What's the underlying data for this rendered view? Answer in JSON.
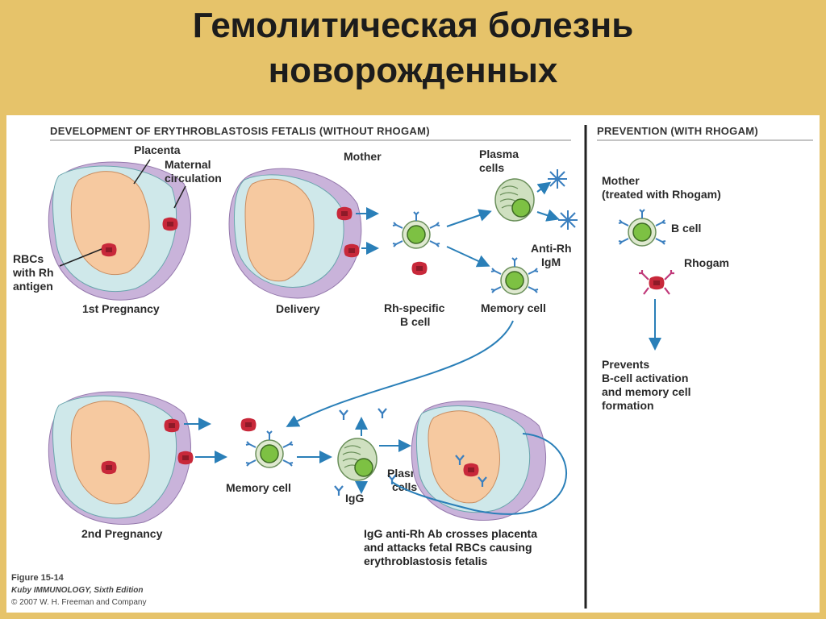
{
  "slide": {
    "title_line1": "Гемолитическая болезнь",
    "title_line2": "новорожденных"
  },
  "figure": {
    "header_left": "DEVELOPMENT OF ERYTHROBLASTOSIS FETALIS (WITHOUT RHOGAM)",
    "header_right": "PREVENTION (WITH RHOGAM)",
    "labels": {
      "placenta": "Placenta",
      "maternal1": "Maternal",
      "maternal2": "circulation",
      "rbc1": "RBCs",
      "rbc2": "with Rh",
      "rbc3": "antigen",
      "first_pregnancy": "1st Pregnancy",
      "delivery": "Delivery",
      "mother": "Mother",
      "plasma_cells_top1": "Plasma",
      "plasma_cells_top2": "cells",
      "anti_rh1": "Anti-Rh",
      "anti_rh2": "IgM",
      "rh_b_cell1": "Rh-specific",
      "rh_b_cell2": "B cell",
      "memory_cell_top": "Memory cell",
      "memory_cell_bottom": "Memory cell",
      "igg": "IgG",
      "plasma_cells_bot1": "Plasma",
      "plasma_cells_bot2": "cells",
      "second_pregnancy": "2nd Pregnancy",
      "caption1": "IgG anti-Rh Ab crosses placenta",
      "caption2": "and attacks fetal RBCs causing",
      "caption3": "erythroblastosis fetalis",
      "mother_treated1": "Mother",
      "mother_treated2": "(treated with Rhogam)",
      "b_cell": "B cell",
      "rhogam": "Rhogam",
      "prevents1": "Prevents",
      "prevents2": "B-cell activation",
      "prevents3": "and memory cell",
      "prevents4": "formation"
    },
    "credit1": "Figure 15-14",
    "credit2": "Kuby IMMUNOLOGY, Sixth Edition",
    "credit3": "© 2007 W. H. Freeman and Company"
  },
  "colors": {
    "background": "#e6c36a",
    "rbc": "#c8283a",
    "cell_nucleus": "#7dc143",
    "cell_membrane": "#dfe9d0",
    "fetus": "#f6c9a0",
    "amnion": "#cfe8ea",
    "uterus": "#c9b3da",
    "arrow": "#2a7fb8"
  }
}
